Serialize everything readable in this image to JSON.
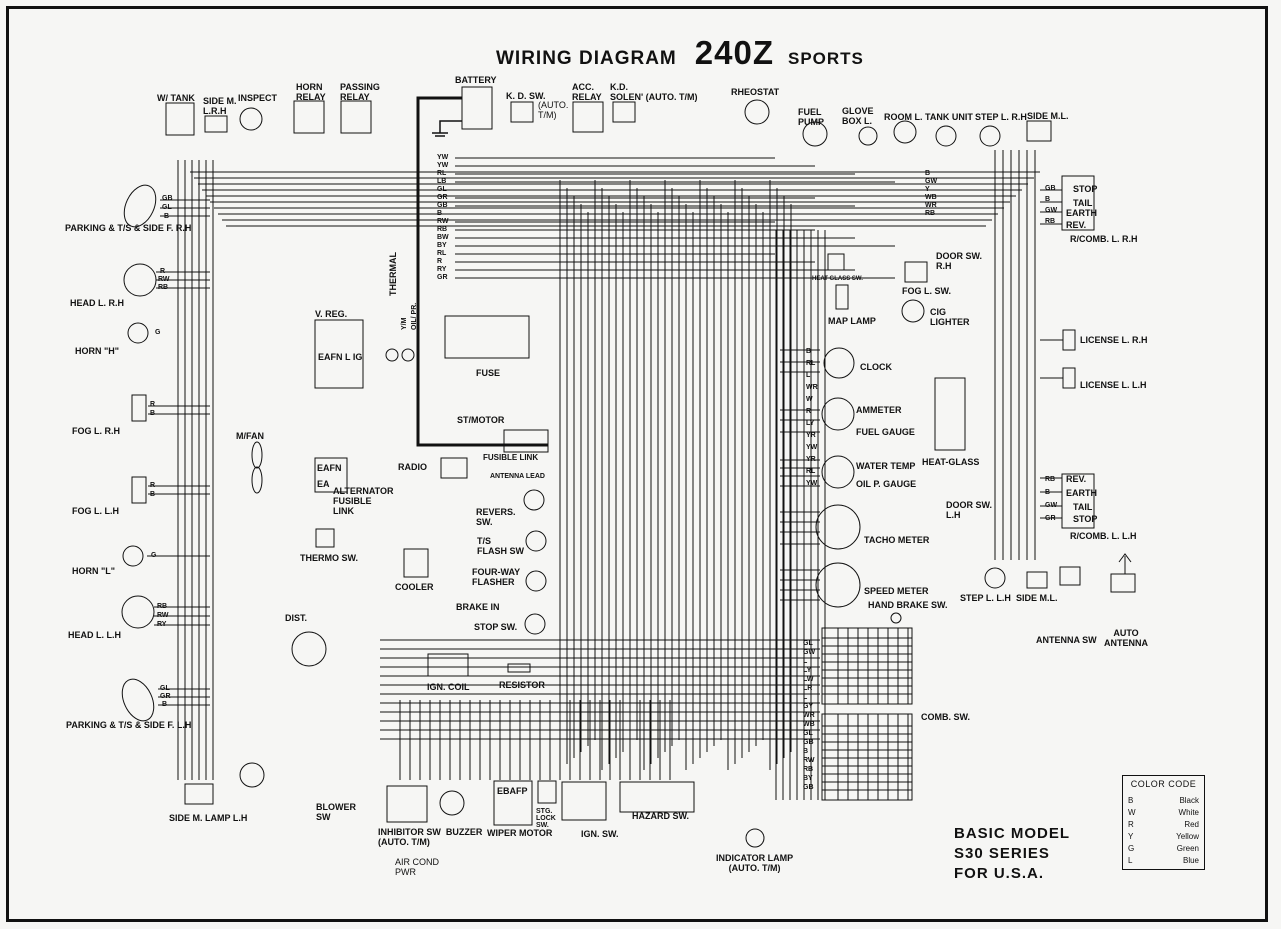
{
  "title": {
    "left": "WIRING DIAGRAM",
    "model": "240Z",
    "right": "SPORTS"
  },
  "components": {
    "w_tank": "W/ TANK",
    "side_m_rh": "SIDE M.\nL.R.H",
    "inspect": "INSPECT",
    "horn_relay": "HORN\nRELAY",
    "passing_relay": "PASSING\nRELAY",
    "battery": "BATTERY",
    "kd_sw": "K. D. SW.",
    "auto_tm": "(AUTO.\nT/M)",
    "acc_relay": "ACC.\nRELAY",
    "kd_solen": "K.D.\nSOLEN' (AUTO. T/M)",
    "rheostat": "RHEOSTAT",
    "fuel_pump": "FUEL\nPUMP",
    "glove_box": "GLOVE\nBOX L.",
    "room_l": "ROOM L.",
    "tank_unit": "TANK UNIT",
    "step_l_rh": "STEP L. R.H",
    "side_ml": "SIDE M.L.",
    "parking_rh": "PARKING & T/S & SIDE F. R.H",
    "head_rh": "HEAD L. R.H",
    "horn_h": "HORN \"H\"",
    "fog_rh": "FOG L. R.H",
    "m_fan": "M/FAN",
    "fog_lh": "FOG L. L.H",
    "horn_l": "HORN \"L\"",
    "head_lh": "HEAD L. L.H",
    "parking_lh": "PARKING & T/S & SIDE F. L.H",
    "side_m_lamp_lh": "SIDE M. LAMP L.H",
    "v_reg": "V. REG.",
    "thermal": "THERMAL",
    "oil_pr": "Y/M\nOIL/ PR.",
    "alternator": "ALTERNATOR\nFUSIBLE\nLINK",
    "thermo_sw": "THERMO SW.",
    "st_motor": "ST/MOTOR",
    "fusible_link": "FUSIBLE LINK",
    "radio": "RADIO",
    "antenna_lead": "ANTENNA LEAD",
    "fuse": "FUSE",
    "cooler": "COOLER",
    "revers_sw": "REVERS.\nSW.",
    "ts_flash": "T/S\nFLASH SW",
    "four_way": "FOUR-WAY\nFLASHER",
    "brake_in": "BRAKE IN",
    "stop_sw": "STOP SW.",
    "dist": "DIST.",
    "ign_coil": "IGN. COIL",
    "resistor": "RESISTOR",
    "blower_sw": "BLOWER\nSW",
    "air_cond": "AIR COND\nPWR",
    "inhibitor": "INHIBITOR SW  BUZZER\n(AUTO. T/M)",
    "wiper": "WIPER MOTOR",
    "stg_lock": "STG.\nLOCK\nSW.",
    "ign_sw": "IGN. SW.",
    "hazard_sw": "HAZARD SW.",
    "indicator": "INDICATOR LAMP\n(AUTO. T/M)",
    "clock": "CLOCK",
    "ammeter": "AMMETER",
    "fuel_gauge": "FUEL GAUGE",
    "water_temp": "WATER TEMP",
    "oil_gauge": "OIL P. GAUGE",
    "tacho": "TACHO METER",
    "speed": "SPEED METER",
    "hand_brake": "HAND BRAKE SW.",
    "comb_sw": "COMB. SW.",
    "heat_glass": "HEAT-GLASS",
    "heat_glass_sw": "HEAT GLASS SW.",
    "map_lamp": "MAP LAMP",
    "fog_sw": "FOG L. SW.",
    "door_sw_rh": "DOOR SW.\nR.H",
    "cig_lighter": "CIG\nLIGHTER",
    "r_comb_rh": "R/COMB. L. R.H",
    "license_rh": "LICENSE L. R.H",
    "license_lh": "LICENSE L. L.H",
    "door_sw_lh": "DOOR SW.\nL.H",
    "r_comb_lh": "R/COMB. L. L.H",
    "step_l_lh": "STEP L. L.H",
    "side_ml_lh": "SIDE M.L.",
    "antenna_sw": "ANTENNA SW",
    "auto_antenna": "AUTO\nANTENNA",
    "v_reg_terms": "EAFN L IG",
    "alt_terms": "EAFN\nEA",
    "wiper_terms": "EBAFP",
    "combo_stop": "STOP",
    "combo_tail": "TAIL",
    "combo_earth": "EARTH",
    "combo_rev": "REV."
  },
  "basic_model": [
    "BASIC MODEL",
    "S30 SERIES",
    "FOR U.S.A."
  ],
  "color_code": {
    "title": "COLOR CODE",
    "rows": [
      {
        "code": "B",
        "name": "Black"
      },
      {
        "code": "W",
        "name": "White"
      },
      {
        "code": "R",
        "name": "Red"
      },
      {
        "code": "Y",
        "name": "Yellow"
      },
      {
        "code": "G",
        "name": "Green"
      },
      {
        "code": "L",
        "name": "Blue"
      }
    ]
  },
  "wire_labels": {
    "parking_rh": [
      "GB",
      "GL",
      "B"
    ],
    "head_rh": [
      "R",
      "RW",
      "RB"
    ],
    "horn_h": "G",
    "fog_rh": [
      "R",
      "B"
    ],
    "fog_lh": [
      "R",
      "B"
    ],
    "horn_l": "G",
    "head_lh": [
      "RB",
      "RW",
      "RY"
    ],
    "parking_lh": [
      "GL",
      "GR",
      "B"
    ],
    "battery_bus": [
      "YW",
      "YW",
      "RL",
      "LB",
      "GL",
      "GR",
      "GB",
      "B",
      "RW",
      "RB",
      "BW",
      "BY",
      "RL",
      "R",
      "RY",
      "GR"
    ],
    "right_bus": [
      "B",
      "GW",
      "Y",
      "WB",
      "WR",
      "RB"
    ],
    "combo_rh": [
      "GB",
      "B",
      "GW",
      "RB"
    ],
    "combo_lh": [
      "RB",
      "B",
      "GW",
      "GR"
    ],
    "gauges": [
      "B",
      "RL",
      "L",
      "WR",
      "W",
      "R",
      "LY",
      "YR",
      "YW",
      "YR",
      "RL",
      "YW"
    ],
    "comb_sw": [
      "GL",
      "GW",
      "L",
      "LY",
      "LW",
      "LR",
      "L",
      "GY",
      "WR",
      "WB",
      "GL",
      "GB",
      "B",
      "RW",
      "RB",
      "BY",
      "GB"
    ]
  }
}
